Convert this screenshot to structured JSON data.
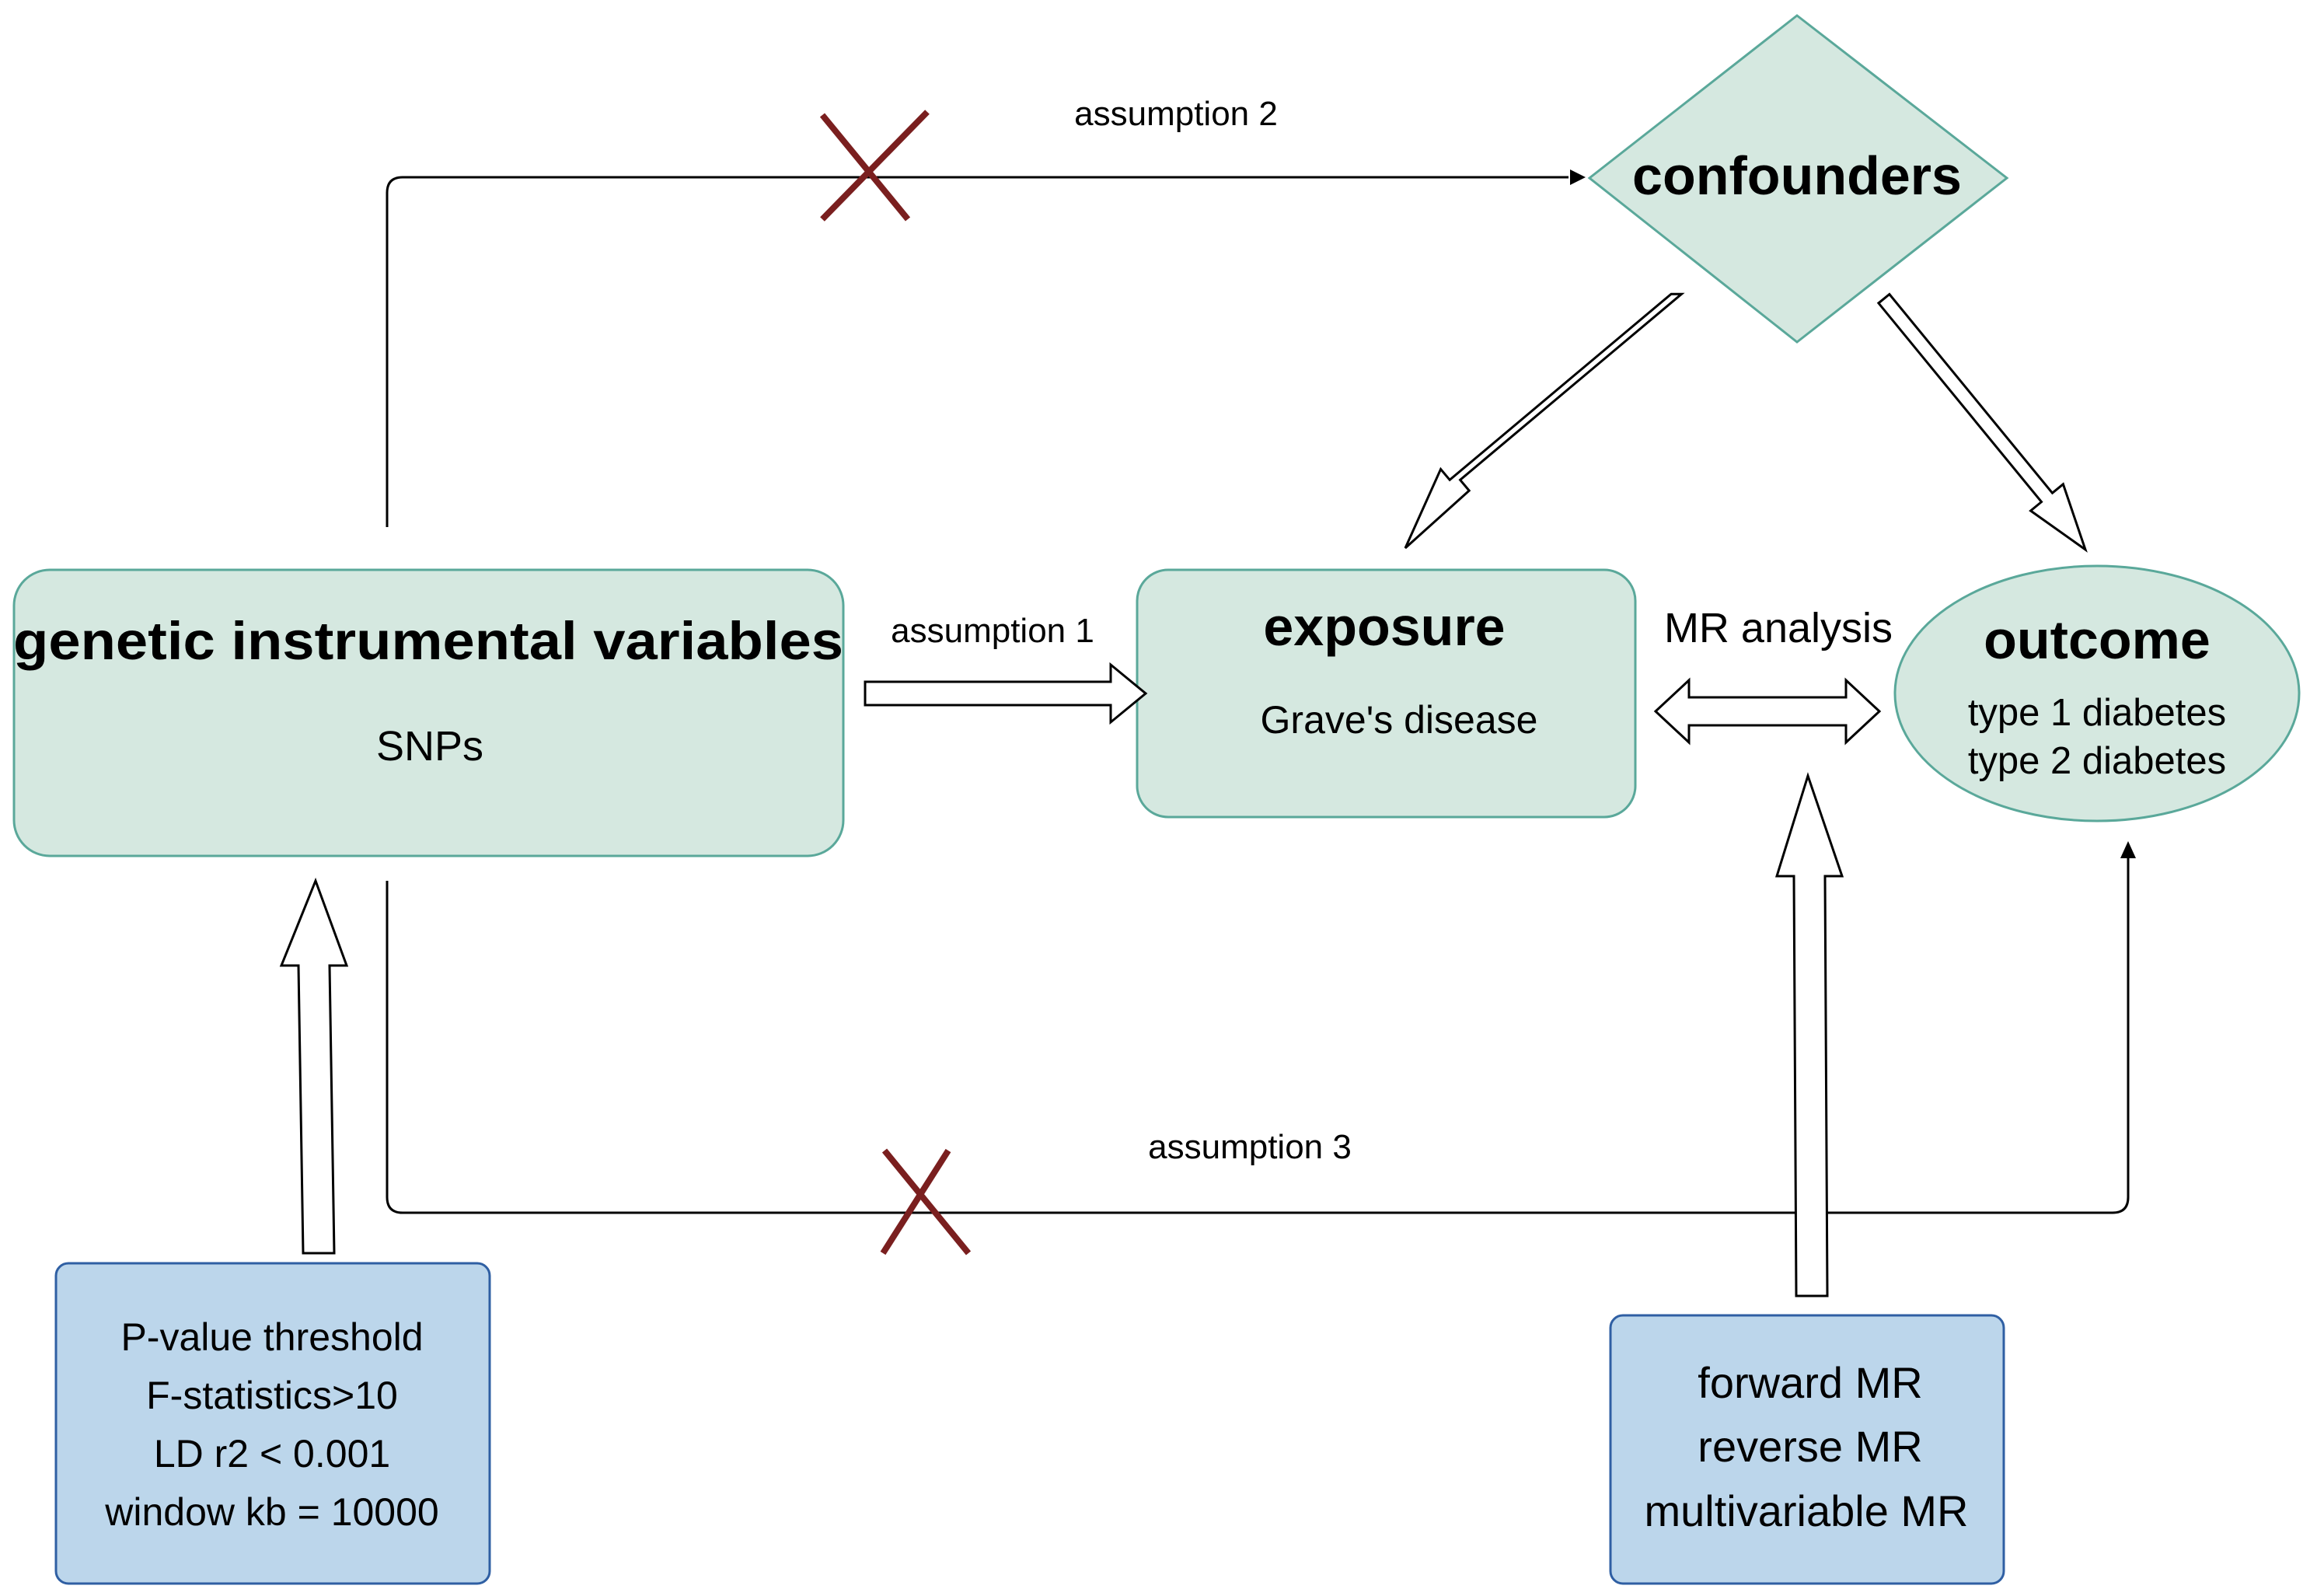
{
  "nodes": {
    "confounders": {
      "title": "confounders"
    },
    "instruments": {
      "title": "genetic instrumental variables",
      "subtitle": "SNPs"
    },
    "exposure": {
      "title": "exposure",
      "subtitle": "Grave's disease"
    },
    "outcome": {
      "title": "outcome",
      "line1": "type 1 diabetes",
      "line2": "type 2 diabetes"
    },
    "selection": {
      "lines": [
        "P-value threshold",
        "F-statistics>10",
        "LD r2 < 0.001",
        "window kb = 10000"
      ]
    },
    "methods": {
      "lines": [
        "forward MR",
        "reverse MR",
        "multivariable MR"
      ]
    }
  },
  "edges": {
    "assumption1": "assumption 1",
    "assumption2": "assumption 2",
    "assumption3": "assumption 3",
    "mr_analysis": "MR analysis"
  },
  "colors": {
    "node_fill": "#d5e8e0",
    "node_stroke": "#5aa89a",
    "method_fill": "#bcd6eb",
    "method_stroke": "#2f5fa3",
    "cross": "#7a1f1f"
  }
}
